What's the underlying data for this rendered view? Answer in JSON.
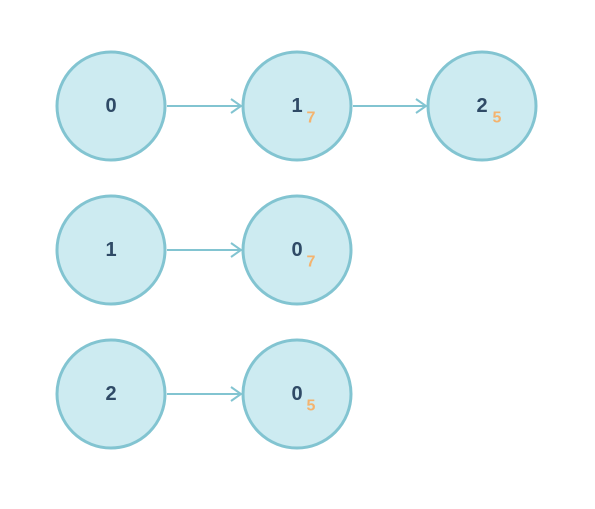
{
  "colors": {
    "node_fill": "#cdebf1",
    "node_stroke": "#82c4d1",
    "edge": "#82c4d1",
    "label": "#2f4a66",
    "weight": "#f4b36e"
  },
  "rows": [
    {
      "head": "0",
      "nodes": [
        {
          "label": "1",
          "weight": "7"
        },
        {
          "label": "2",
          "weight": "5"
        }
      ]
    },
    {
      "head": "1",
      "nodes": [
        {
          "label": "0",
          "weight": "7"
        }
      ]
    },
    {
      "head": "2",
      "nodes": [
        {
          "label": "0",
          "weight": "5"
        }
      ]
    }
  ]
}
